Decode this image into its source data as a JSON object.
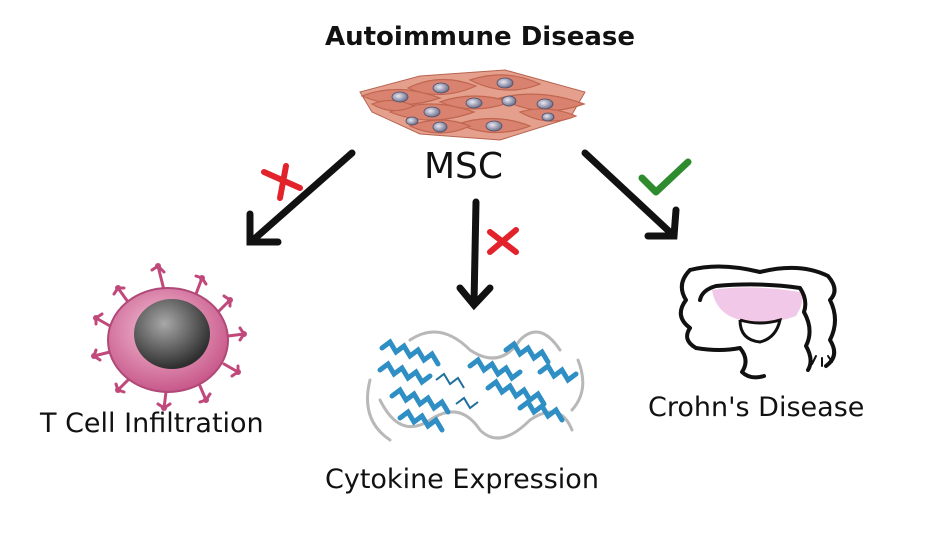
{
  "title": "Autoimmune Disease",
  "center_label": "MSC",
  "outcomes": [
    {
      "label": "T Cell Infiltration",
      "effect": "inhibited",
      "mark": "red-x"
    },
    {
      "label": "Cytokine Expression",
      "effect": "inhibited",
      "mark": "red-x"
    },
    {
      "label": "Crohn's Disease",
      "effect": "treated",
      "mark": "green-check"
    }
  ],
  "colors": {
    "cross": "#e3232c",
    "check": "#2e8b2e",
    "msc_cell": "#d9826f",
    "t_cell": "#d678a0",
    "protein": "#2f8fc4",
    "colon_inflamed": "#f2c8e8"
  }
}
